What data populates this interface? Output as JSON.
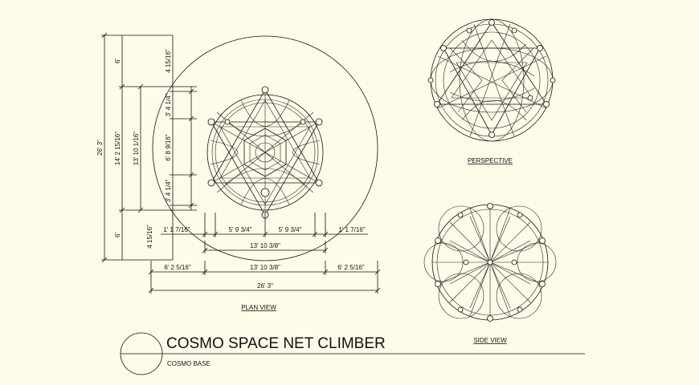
{
  "title": "COSMO SPACE NET CLIMBER",
  "subtitle": "COSMO BASE",
  "views": {
    "plan": "PLAN VIEW",
    "perspective": "PERSPECTIVE",
    "side": "SIDE VIEW"
  },
  "dimensions": {
    "overall_vertical": "26' 3\"",
    "vertical_top": "6'",
    "vertical_mid": "14' 2 15/16\"",
    "vertical_bottom": "6'",
    "inner_vertical": "13' 10 1/16\"",
    "v_a": "4 15/16\"",
    "v_b": "3' 4 1/4\"",
    "v_c": "6' 8 9/16\"",
    "v_d": "3' 4 1/4\"",
    "v_e": "4 15/16\"",
    "h_left": "1' 1 7/16\"",
    "h_mid_left": "5' 9 3/4\"",
    "h_mid_right": "5' 9 3/4\"",
    "h_right": "1' 1 7/16\"",
    "h_inner": "13' 10 3/8\"",
    "h_base_left": "6' 2 5/16\"",
    "h_base_mid": "13' 10 3/8\"",
    "h_base_right": "6' 2 5/16\"",
    "h_overall": "26' 3\""
  },
  "colors": {
    "line": "#111111",
    "background": "#fefce9"
  }
}
